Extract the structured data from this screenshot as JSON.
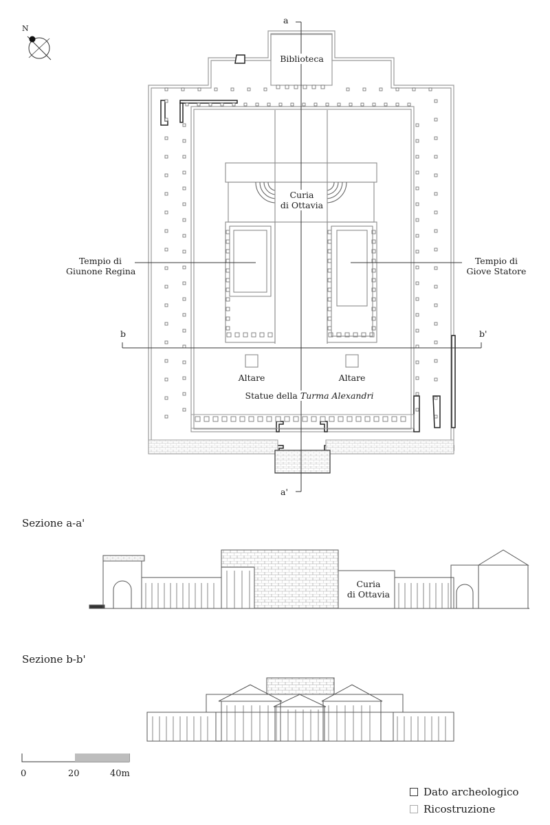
{
  "north": "N",
  "plan": {
    "section_a_top": "a",
    "section_a_bottom": "a'",
    "section_b_left": "b",
    "section_b_right": "b'",
    "biblioteca": "Biblioteca",
    "curia_line1": "Curia",
    "curia_line2": "di Ottavia",
    "tempio_giunone_line1": "Tempio di",
    "tempio_giunone_line2": "Giunone Regina",
    "tempio_giove_line1": "Tempio di",
    "tempio_giove_line2": "Giove Statore",
    "altare_left": "Altare",
    "altare_right": "Altare",
    "statue_prefix": "Statue della ",
    "statue_italic": "Turma Alexandri"
  },
  "section_aa": {
    "title": "Sezione a-a'",
    "curia_line1": "Curia",
    "curia_line2": "di Ottavia"
  },
  "section_bb": {
    "title": "Sezione b-b'"
  },
  "scale": {
    "labels": [
      "0",
      "20",
      "40m"
    ]
  },
  "legend": {
    "archaeological": "Dato archeologico",
    "reconstruction": "Ricostruzione"
  },
  "colors": {
    "line": "#333333",
    "light_line": "#9a9a9a",
    "scale_fill": "#bdbdbd"
  }
}
